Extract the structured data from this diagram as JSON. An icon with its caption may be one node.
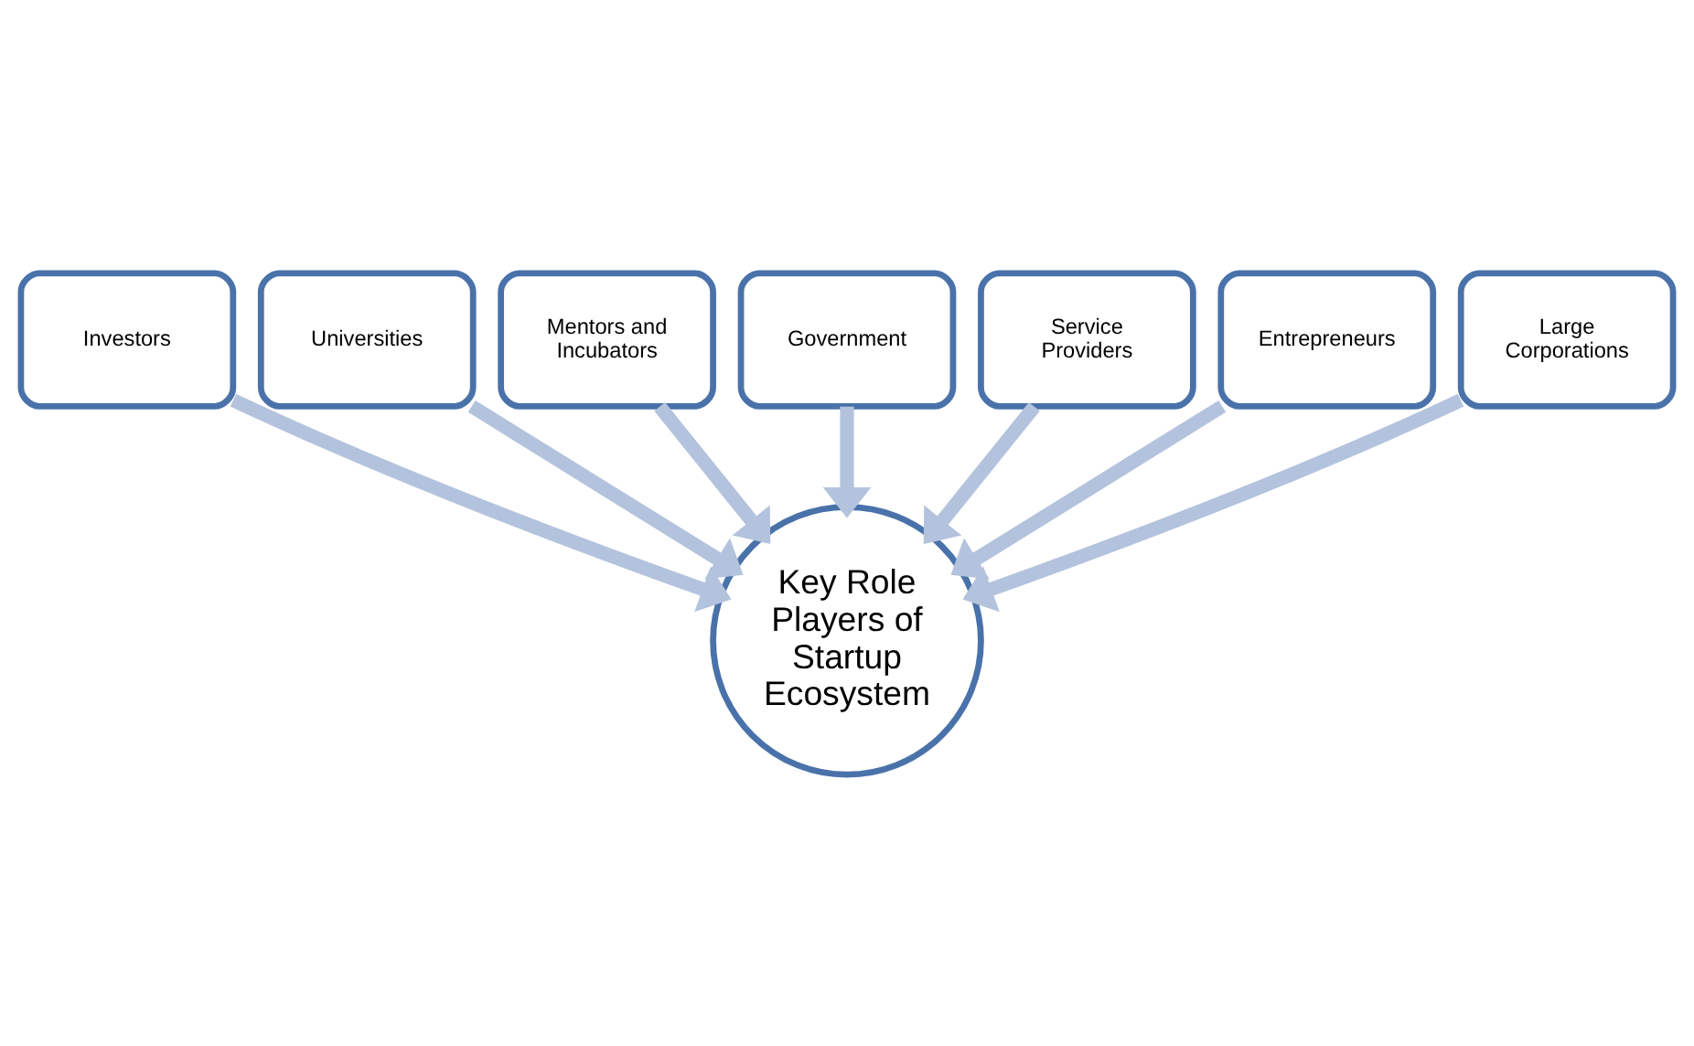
{
  "diagram": {
    "nodes": [
      {
        "text": [
          "Investors"
        ]
      },
      {
        "text": [
          "Universities"
        ]
      },
      {
        "text": [
          "Mentors and Incubators"
        ]
      },
      {
        "text": [
          "Government"
        ]
      },
      {
        "text": [
          "Service Providers"
        ]
      },
      {
        "text": [
          "Entrepreneurs"
        ]
      },
      {
        "text": [
          "Large Corporations"
        ]
      },
      {
        "text": [
          "Key Role Players of Startup Ecosystem"
        ]
      }
    ],
    "edges": [
      {
        "from": 5,
        "to": 7,
        "arrow": "to"
      },
      {
        "from": 3,
        "to": 7,
        "arrow": "to"
      },
      {
        "from": 1,
        "to": 7,
        "arrow": "to"
      },
      {
        "from": 0,
        "to": 7,
        "arrow": "to"
      },
      {
        "from": 2,
        "to": 7,
        "arrow": "to"
      },
      {
        "from": 4,
        "to": 7,
        "arrow": "to"
      },
      {
        "from": 6,
        "to": 7,
        "arrow": "to"
      }
    ]
  }
}
